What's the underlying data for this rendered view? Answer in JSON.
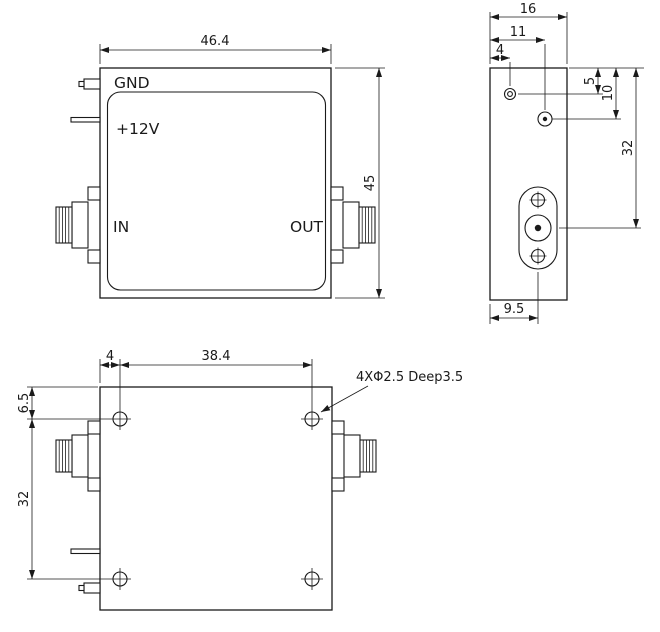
{
  "front_view": {
    "gnd_label": "GND",
    "power_label": "+12V",
    "in_label": "IN",
    "out_label": "OUT",
    "width_dim": "46.4",
    "height_dim": "45"
  },
  "side_view": {
    "width_dim": "16",
    "connector_offset_dim": "11",
    "hole_offset_dim": "4",
    "hole1_depth_dim": "5",
    "hole2_depth_dim": "10",
    "connector_depth_dim": "32",
    "connector_side_offset_dim": "9.5"
  },
  "bottom_view": {
    "screw_edge_offset_dim": "4",
    "screw_span_dim": "38.4",
    "screw_top_offset_dim": "6.5",
    "screw_vertical_span_dim": "32",
    "drill_note": "4XΦ2.5 Deep3.5"
  },
  "colors": {
    "line": "#1a1a1a",
    "background": "#ffffff"
  }
}
